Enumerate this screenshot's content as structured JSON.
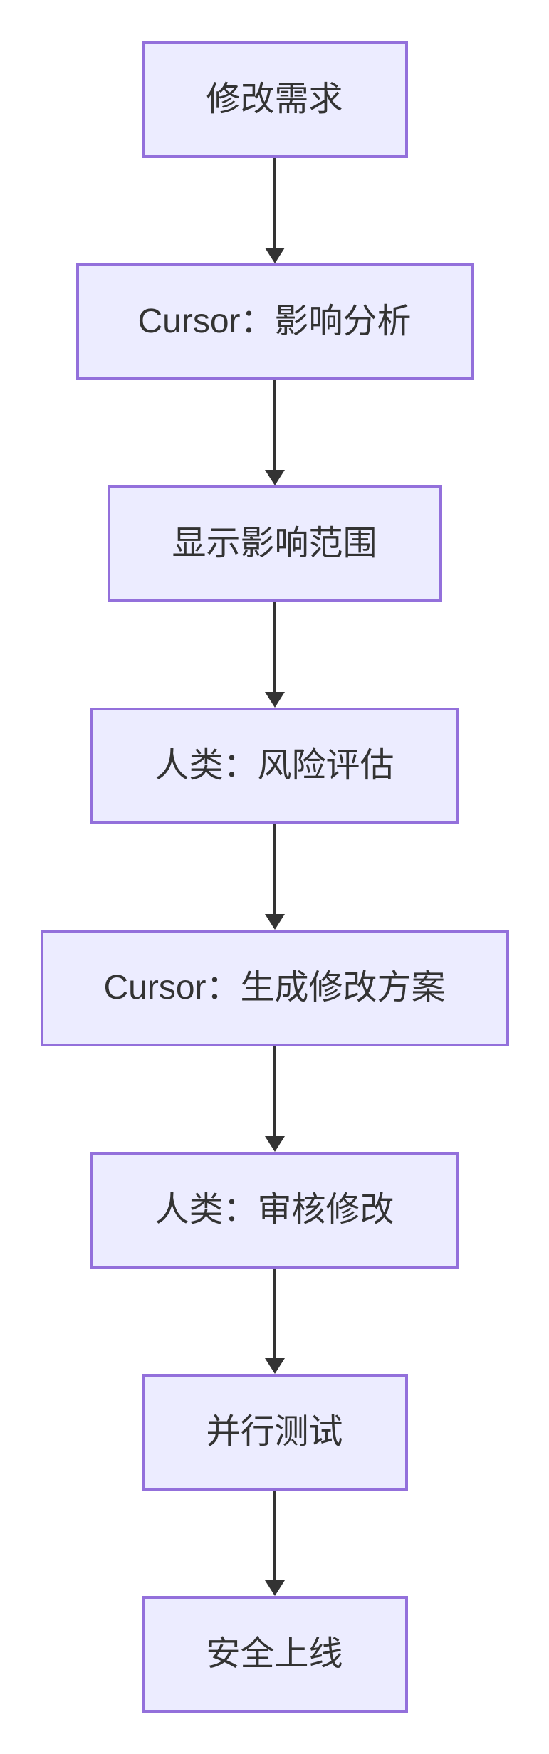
{
  "diagram": {
    "type": "flowchart",
    "direction": "top-down",
    "nodes": [
      {
        "id": "A",
        "label": "修改需求"
      },
      {
        "id": "B",
        "label": "Cursor：影响分析"
      },
      {
        "id": "C",
        "label": "显示影响范围"
      },
      {
        "id": "D",
        "label": "人类：风险评估"
      },
      {
        "id": "E",
        "label": "Cursor：生成修改方案"
      },
      {
        "id": "F",
        "label": "人类：审核修改"
      },
      {
        "id": "G",
        "label": "并行测试"
      },
      {
        "id": "H",
        "label": "安全上线"
      }
    ],
    "edges": [
      {
        "from": "A",
        "to": "B",
        "arrow": "down"
      },
      {
        "from": "B",
        "to": "C",
        "arrow": "down"
      },
      {
        "from": "C",
        "to": "D",
        "arrow": "down"
      },
      {
        "from": "D",
        "to": "E",
        "arrow": "down"
      },
      {
        "from": "E",
        "to": "F",
        "arrow": "down"
      },
      {
        "from": "F",
        "to": "G",
        "arrow": "down"
      },
      {
        "from": "G",
        "to": "H",
        "arrow": "down"
      }
    ],
    "colors": {
      "background": "#FFFFFF",
      "node_fill": "#ECECFF",
      "node_border": "#9370DB",
      "edge": "#333333",
      "text": "#333333"
    }
  }
}
